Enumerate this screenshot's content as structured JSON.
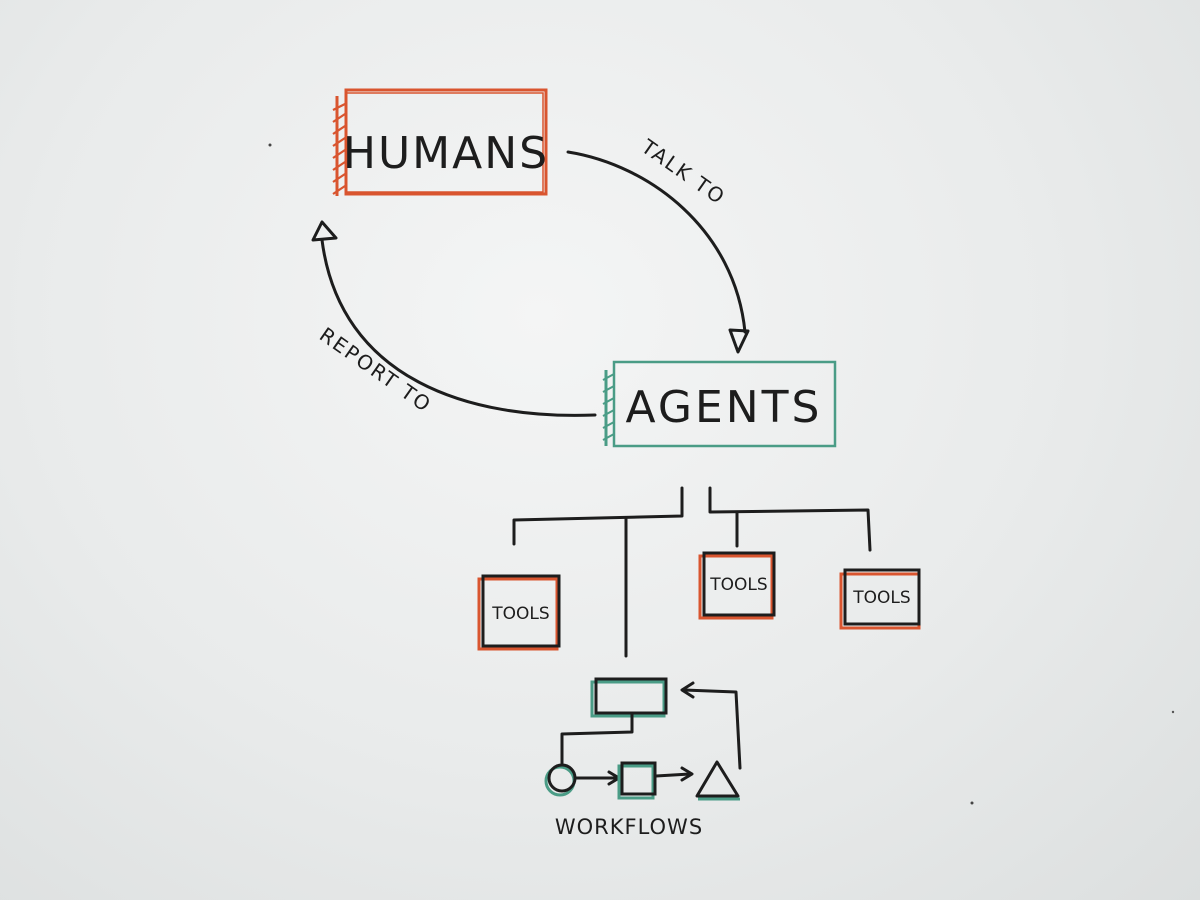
{
  "nodes": {
    "humans": "HUMANS",
    "agents": "AGENTS",
    "tools": [
      "TOOLS",
      "TOOLS",
      "TOOLS"
    ],
    "workflows": "WORKFLOWS"
  },
  "edges": {
    "talk_to": "TALK TO",
    "report_to": "REPORT TO"
  },
  "colors": {
    "ink": "#1d1d1d",
    "humans_accent": "#d9552f",
    "agents_accent": "#4a9c86",
    "tools_accent": "#d9552f",
    "workflow_accent": "#4a9c86"
  }
}
